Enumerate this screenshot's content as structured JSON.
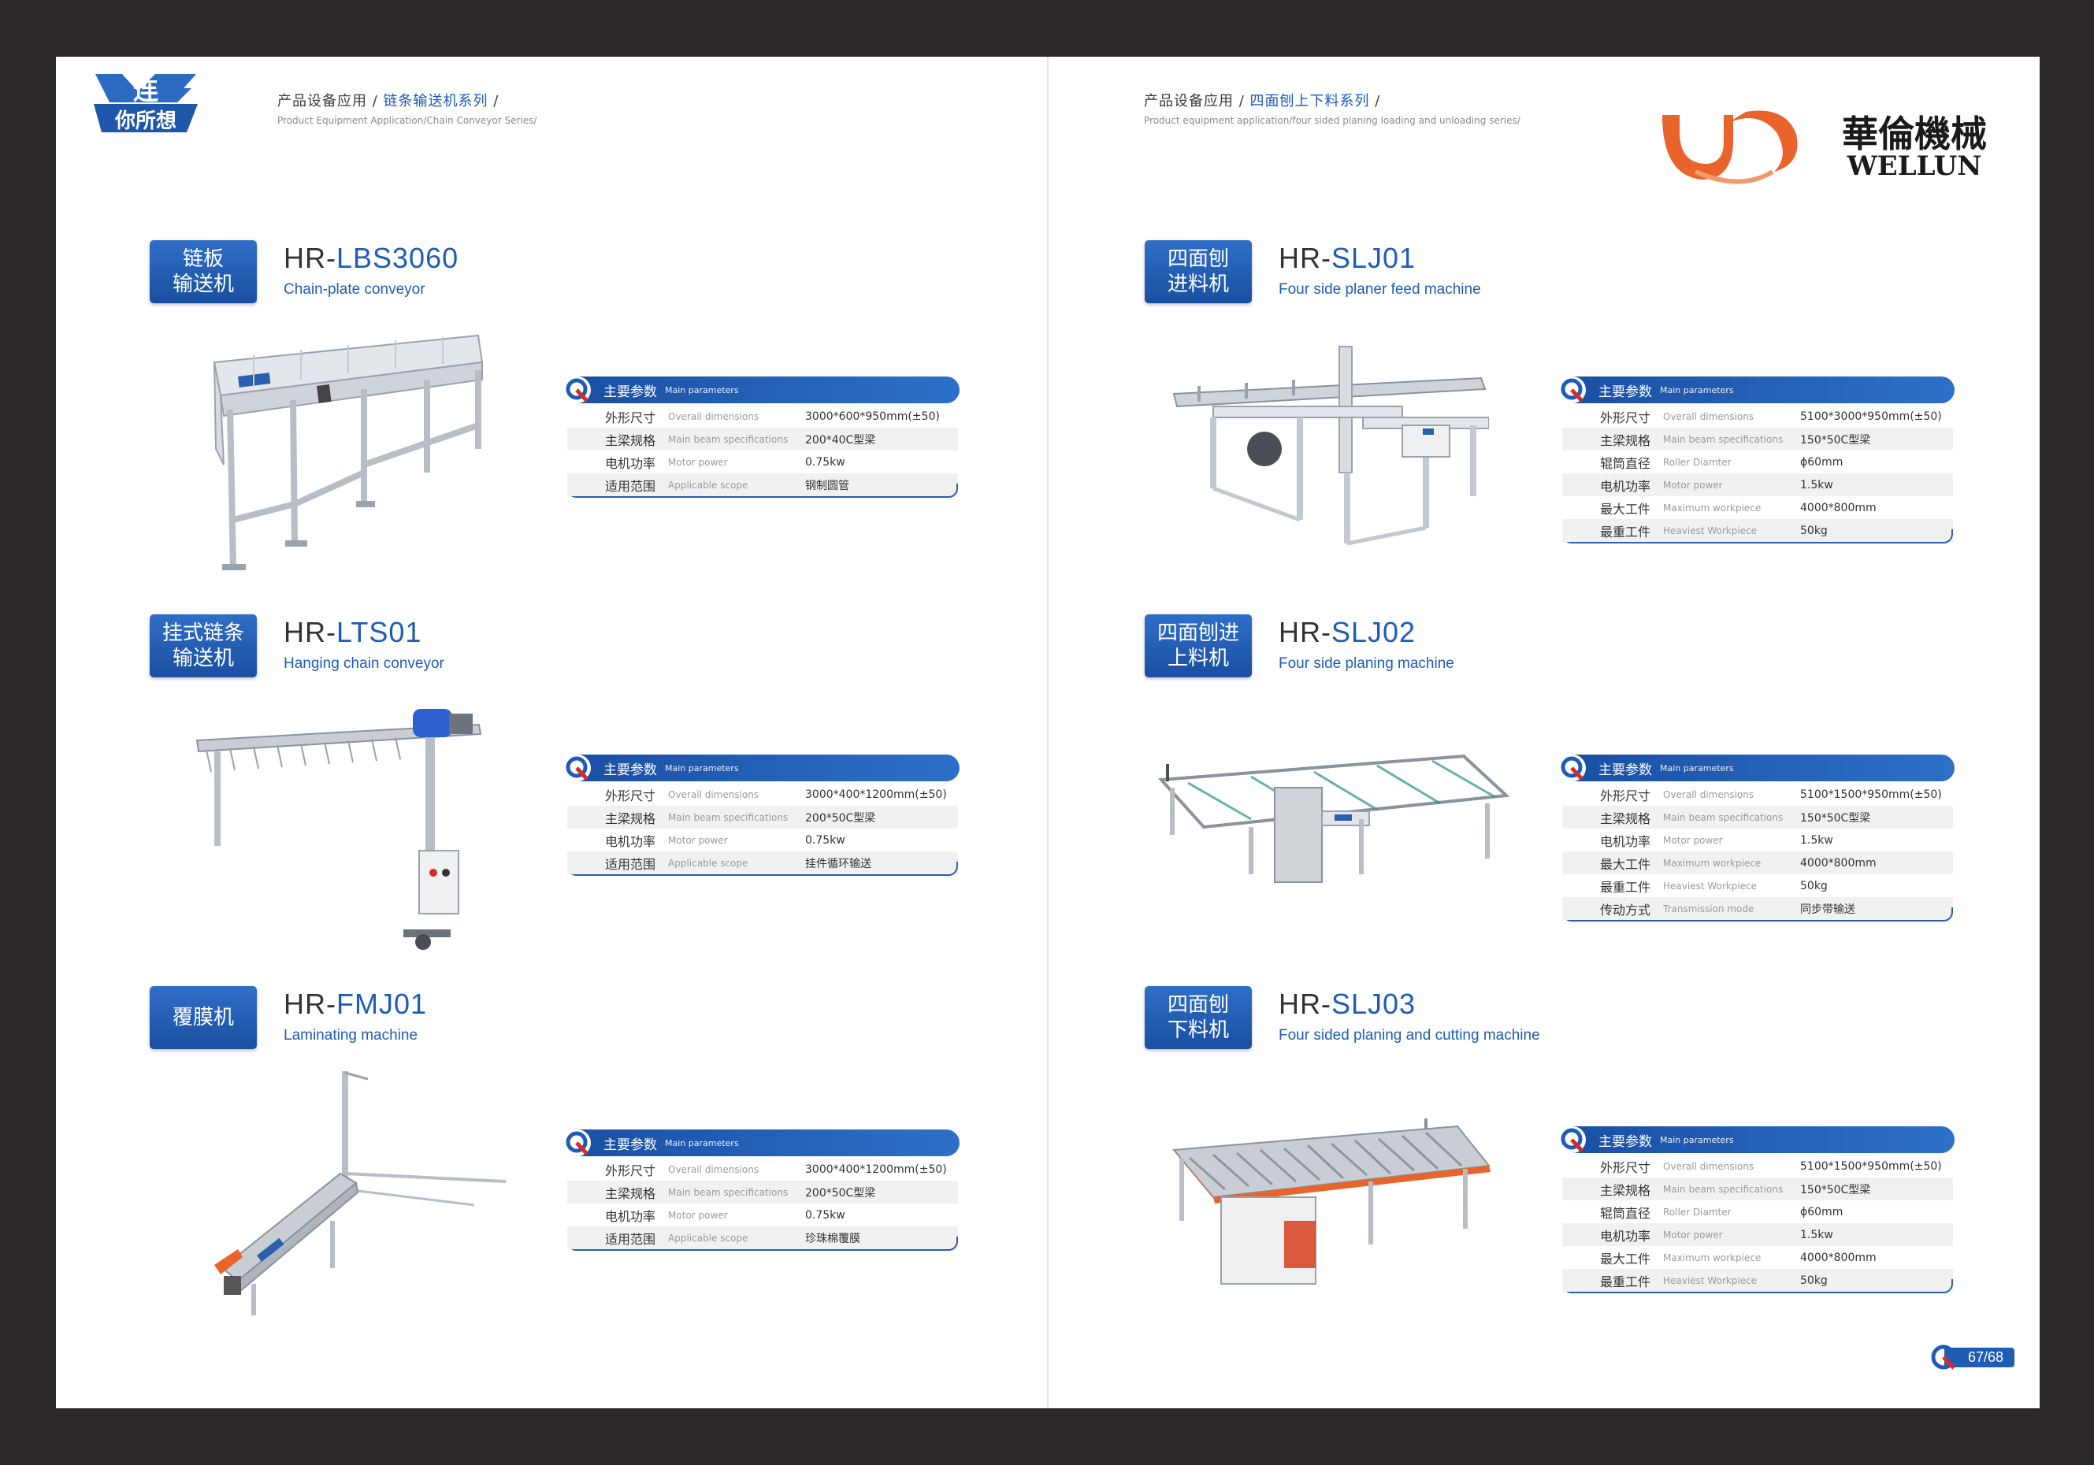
{
  "left_header": {
    "logo_text": "连你所想",
    "breadcrumb_cn_prefix": "产品设备应用 / ",
    "breadcrumb_cn_highlight": "链条输送机系列",
    "breadcrumb_cn_suffix": " /",
    "breadcrumb_en": "Product Equipment Application/Chain Conveyor Series/"
  },
  "right_header": {
    "breadcrumb_cn_prefix": "产品设备应用 / ",
    "breadcrumb_cn_highlight": "四面刨上下料系列",
    "breadcrumb_cn_suffix": " /",
    "breadcrumb_en": "Product equipment application/four sided planing loading and unloading series/",
    "brand_cn": "華倫機械",
    "brand_en": "WELLUN"
  },
  "spec_header": {
    "cn": "主要参数",
    "en": "Main parameters"
  },
  "products": [
    {
      "category": "链板\n输送机",
      "model_prefix": "HR-",
      "model_suffix": "LBS3060",
      "name_en": "Chain-plate conveyor",
      "specs": [
        {
          "k": "外形尺寸",
          "ke": "Overall dimensions",
          "v": "3000*600*950mm(±50)"
        },
        {
          "k": "主梁规格",
          "ke": "Main beam specifications",
          "v": "200*40C型梁"
        },
        {
          "k": "电机功率",
          "ke": "Motor power",
          "v": "0.75kw"
        },
        {
          "k": "适用范围",
          "ke": "Applicable scope",
          "v": "钢制圆管"
        }
      ]
    },
    {
      "category": "挂式链条\n输送机",
      "model_prefix": "HR-",
      "model_suffix": "LTS01",
      "name_en": "Hanging chain conveyor",
      "specs": [
        {
          "k": "外形尺寸",
          "ke": "Overall dimensions",
          "v": "3000*400*1200mm(±50)"
        },
        {
          "k": "主梁规格",
          "ke": "Main beam specifications",
          "v": "200*50C型梁"
        },
        {
          "k": "电机功率",
          "ke": "Motor power",
          "v": "0.75kw"
        },
        {
          "k": "适用范围",
          "ke": "Applicable scope",
          "v": "挂件循环输送"
        }
      ]
    },
    {
      "category": "覆膜机",
      "model_prefix": "HR-",
      "model_suffix": "FMJ01",
      "name_en": "Laminating machine",
      "specs": [
        {
          "k": "外形尺寸",
          "ke": "Overall dimensions",
          "v": "3000*400*1200mm(±50)"
        },
        {
          "k": "主梁规格",
          "ke": "Main beam specifications",
          "v": "200*50C型梁"
        },
        {
          "k": "电机功率",
          "ke": "Motor power",
          "v": "0.75kw"
        },
        {
          "k": "适用范围",
          "ke": "Applicable scope",
          "v": "珍珠棉覆膜"
        }
      ]
    },
    {
      "category": "四面刨\n进料机",
      "model_prefix": "HR-",
      "model_suffix": "SLJ01",
      "name_en": "Four side planer feed machine",
      "specs": [
        {
          "k": "外形尺寸",
          "ke": "Overall dimensions",
          "v": "5100*3000*950mm(±50)"
        },
        {
          "k": "主梁规格",
          "ke": "Main beam specifications",
          "v": "150*50C型梁"
        },
        {
          "k": "辊筒直径",
          "ke": "Roller Diamter",
          "v": "ϕ60mm"
        },
        {
          "k": "电机功率",
          "ke": "Motor power",
          "v": "1.5kw"
        },
        {
          "k": "最大工件",
          "ke": "Maximum workpiece",
          "v": "4000*800mm"
        },
        {
          "k": "最重工件",
          "ke": "Heaviest Workpiece",
          "v": "50kg"
        }
      ]
    },
    {
      "category": "四面刨进\n上料机",
      "model_prefix": "HR-",
      "model_suffix": "SLJ02",
      "name_en": "Four side planing machine",
      "specs": [
        {
          "k": "外形尺寸",
          "ke": "Overall dimensions",
          "v": "5100*1500*950mm(±50)"
        },
        {
          "k": "主梁规格",
          "ke": "Main beam specifications",
          "v": "150*50C型梁"
        },
        {
          "k": "电机功率",
          "ke": "Motor power",
          "v": "1.5kw"
        },
        {
          "k": "最大工件",
          "ke": "Maximum workpiece",
          "v": "4000*800mm"
        },
        {
          "k": "最重工件",
          "ke": "Heaviest Workpiece",
          "v": "50kg"
        },
        {
          "k": "传动方式",
          "ke": "Transmission mode",
          "v": "同步带输送"
        }
      ]
    },
    {
      "category": "四面刨\n下料机",
      "model_prefix": "HR-",
      "model_suffix": "SLJ03",
      "name_en": "Four sided planing and cutting machine",
      "specs": [
        {
          "k": "外形尺寸",
          "ke": "Overall dimensions",
          "v": "5100*1500*950mm(±50)"
        },
        {
          "k": "主梁规格",
          "ke": "Main beam specifications",
          "v": "150*50C型梁"
        },
        {
          "k": "辊筒直径",
          "ke": "Roller Diamter",
          "v": "ϕ60mm"
        },
        {
          "k": "电机功率",
          "ke": "Motor power",
          "v": "1.5kw"
        },
        {
          "k": "最大工件",
          "ke": "Maximum workpiece",
          "v": "4000*800mm"
        },
        {
          "k": "最重工件",
          "ke": "Heaviest Workpiece",
          "v": "50kg"
        }
      ]
    }
  ],
  "page_number": "67/68",
  "colors": {
    "brand_blue": "#1f5db5",
    "brand_orange": "#e8642a",
    "frame_dark": "#2d2828"
  }
}
